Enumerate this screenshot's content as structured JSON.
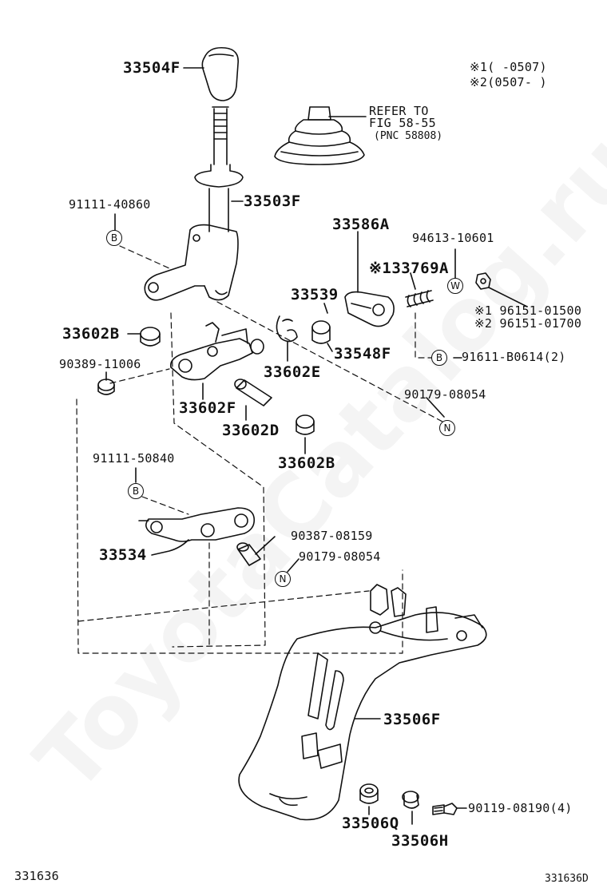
{
  "notes": {
    "n1": "※1(    -0507)",
    "n2": "※2(0507-   )"
  },
  "refer": {
    "line1": "REFER TO",
    "line2": "FIG 58-55",
    "line3": "(PNC 58808)"
  },
  "parts": {
    "p33504F": "33504F",
    "p33503F": "33503F",
    "p91111_40860": "91111-40860",
    "p33586A": "33586A",
    "p94613_10601": "94613-10601",
    "p33769A": "※133769A",
    "p33539": "33539",
    "p96151_01500": "※1 96151-01500",
    "p96151_01700": "※2 96151-01700",
    "p33602B_a": "33602B",
    "p33548F": "33548F",
    "p91611": "91611-B0614(2)",
    "p90389": "90389-11006",
    "p33602E": "33602E",
    "p90179_a": "90179-08054",
    "p33602F": "33602F",
    "p33602D": "33602D",
    "p33602B_b": "33602B",
    "p91111_50840": "91111-50840",
    "p90387": "90387-08159",
    "p33534": "33534",
    "p90179_b": "90179-08054",
    "p33506F": "33506F",
    "p90119": "90119-08190(4)",
    "p33506Q": "33506Q",
    "p33506H": "33506H"
  },
  "symbols": {
    "b": "B",
    "n": "N",
    "w": "W"
  },
  "footer": {
    "left": "331636",
    "right": "331636D"
  },
  "watermark": "ToyotaCatalog.ru"
}
